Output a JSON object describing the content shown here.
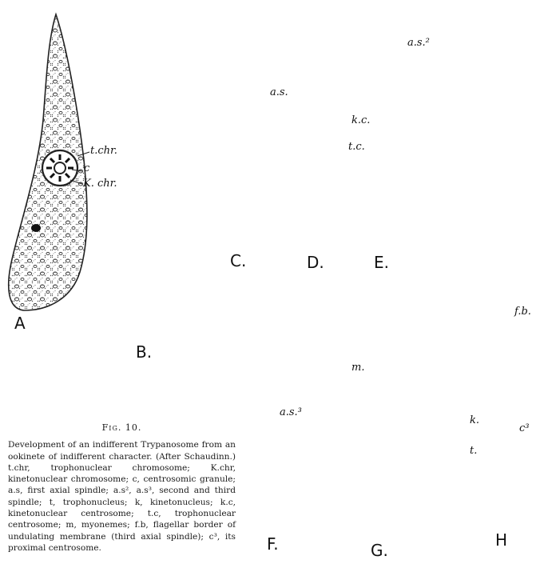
{
  "figure": {
    "panel_labels": [
      "A",
      "B.",
      "C.",
      "D.",
      "E.",
      "F.",
      "G.",
      "H"
    ],
    "annotations": {
      "A_tchr": "t.chr.",
      "A_c": "c",
      "A_kchr": "K. chr.",
      "C_as": "a.s.",
      "E_as2": "a.s.²",
      "E_kc": "k.c.",
      "D_tc": "t.c.",
      "F_as3": "a.s.³",
      "G_m": "m.",
      "H_fb": "f.b.",
      "H_k": "k.",
      "H_c3": "c³",
      "H_t": "t."
    }
  },
  "caption": {
    "title": "Fig. 10.",
    "body": "Development of an indifferent Trypanosome from an ookinete of indifferent character. (After Schaudinn.) t.chr, trophonuclear chromosome; K.chr, kinetonuclear chromosome; c, centrosomic granule; a.s, first axial spindle; a.s², a.s³, second and third spindle; t, trophonucleus; k, kinetonucleus; k.c, kinetonuclear centrosome; t.c, trophonuclear centrosome; m, myonemes; f.b, flagellar border of undulating membrane (third axial spindle); c³, its proximal centrosome."
  }
}
